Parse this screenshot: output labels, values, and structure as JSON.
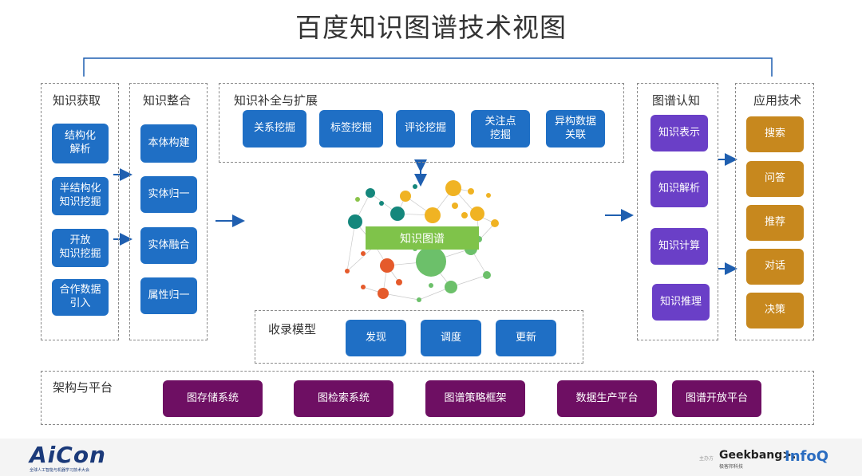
{
  "title": "百度知识图谱技术视图",
  "colors": {
    "blue": "#1f6fc5",
    "purple": "#6a3fc7",
    "brown": "#c7881e",
    "plum": "#6e0f63",
    "graph_label": "#7fc34a",
    "arrow": "#1f5fb0"
  },
  "acquisition": {
    "label": "知识获取",
    "items": [
      "结构化\n解析",
      "半结构化\n知识挖掘",
      "开放\n知识挖掘",
      "合作数据\n引入"
    ]
  },
  "integration": {
    "label": "知识整合",
    "items": [
      "本体构建",
      "实体归一",
      "实体融合",
      "属性归一"
    ]
  },
  "completion": {
    "label": "知识补全与扩展",
    "items": [
      "关系挖掘",
      "标签挖掘",
      "评论挖掘",
      "关注点\n挖掘",
      "异构数据\n关联"
    ]
  },
  "graph": {
    "label": "知识图谱"
  },
  "inclusion": {
    "label": "收录模型",
    "items": [
      "发现",
      "调度",
      "更新"
    ]
  },
  "cognition": {
    "label": "图谱认知",
    "items": [
      "知识表示",
      "知识解析",
      "知识计算",
      "知识推理"
    ]
  },
  "application": {
    "label": "应用技术",
    "items": [
      "搜索",
      "问答",
      "推荐",
      "对话",
      "决策"
    ]
  },
  "platform": {
    "label": "架构与平台",
    "items": [
      "图存储系统",
      "图检索系统",
      "图谱策略框架",
      "数据生产平台",
      "图谱开放平台"
    ]
  },
  "footer": {
    "aicon": "AiCon",
    "aicon_sub": "全球人工智能与机器学习技术大会",
    "host_label": "主办方",
    "geekbang": "Geekbang>.",
    "geekbang_sub": "极客邦科技",
    "infoq": "InfoQ"
  }
}
